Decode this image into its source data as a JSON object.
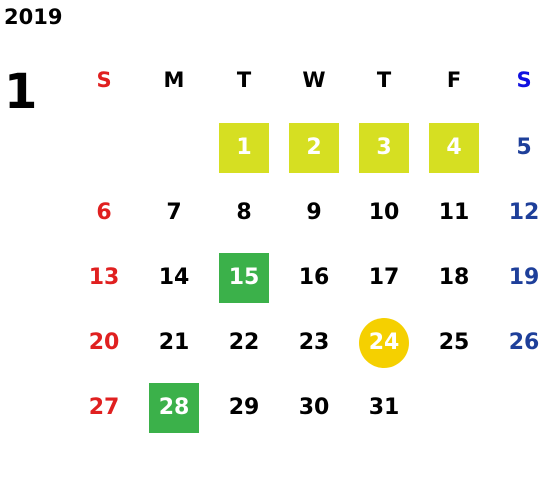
{
  "calendar": {
    "year": "2019",
    "month": "1",
    "weekdays": [
      "S",
      "M",
      "T",
      "W",
      "T",
      "F",
      "S"
    ],
    "weeks": [
      [
        "",
        "",
        "1",
        "2",
        "3",
        "4",
        "5"
      ],
      [
        "6",
        "7",
        "8",
        "9",
        "10",
        "11",
        "12"
      ],
      [
        "13",
        "14",
        "15",
        "16",
        "17",
        "18",
        "19"
      ],
      [
        "20",
        "21",
        "22",
        "23",
        "24",
        "25",
        "26"
      ],
      [
        "27",
        "28",
        "29",
        "30",
        "31",
        "",
        ""
      ]
    ],
    "highlights": {
      "1": "#d6df22",
      "2": "#d6df22",
      "3": "#d6df22",
      "4": "#d6df22",
      "15": "#3bb14a",
      "28": "#3bb14a",
      "24": "#f5d000"
    },
    "colors": {
      "sunday": "#e02020",
      "saturday": "#1e3f9a",
      "saturday_header": "#1010e0",
      "weekday": "#000000",
      "highlight_text": "#ffffff"
    }
  }
}
